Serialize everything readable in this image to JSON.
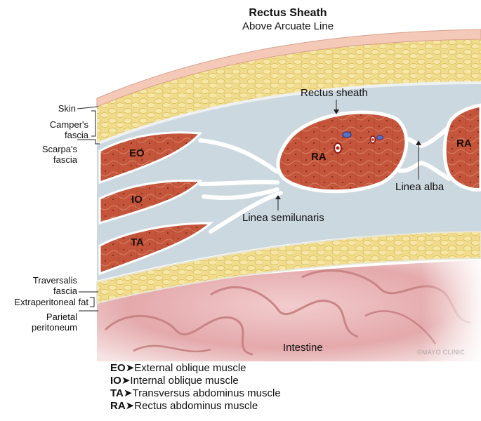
{
  "title": "Rectus Sheath",
  "subtitle": "Above Arcuate Line",
  "left_labels": {
    "skin": "Skin",
    "campers_fascia": [
      "Camper's",
      "fascia"
    ],
    "scarpas_fascia": [
      "Scarpa's",
      "fascia"
    ],
    "traversalis_fascia": [
      "Traversalis",
      "fascia"
    ],
    "extraperitoneal_fat": "Extraperitoneal fat",
    "parietal_peritoneum": [
      "Parietal",
      "peritoneum"
    ]
  },
  "callouts": {
    "rectus_sheath": "Rectus sheath",
    "linea_alba": "Linea alba",
    "linea_semilunaris": "Linea semilunaris",
    "intestine": "Intestine"
  },
  "muscles": {
    "eo": "EO",
    "io": "IO",
    "ta": "TA",
    "ra_left": "RA",
    "ra_right": "RA"
  },
  "legend": [
    {
      "abbr": "EO",
      "text": "External oblique muscle"
    },
    {
      "abbr": "IO",
      "text": "Internal oblique muscle"
    },
    {
      "abbr": "TA",
      "text": "Transversus abdominus muscle"
    },
    {
      "abbr": "RA",
      "text": "Rectus abdominus muscle"
    }
  ],
  "copyright": "©MAYO CLINIC",
  "colors": {
    "skin": "#f4c9b8",
    "fat": "#f1dd8a",
    "fascia": "#ccd8df",
    "muscle": "#c4553a",
    "intestine": "#e9b7b8"
  }
}
